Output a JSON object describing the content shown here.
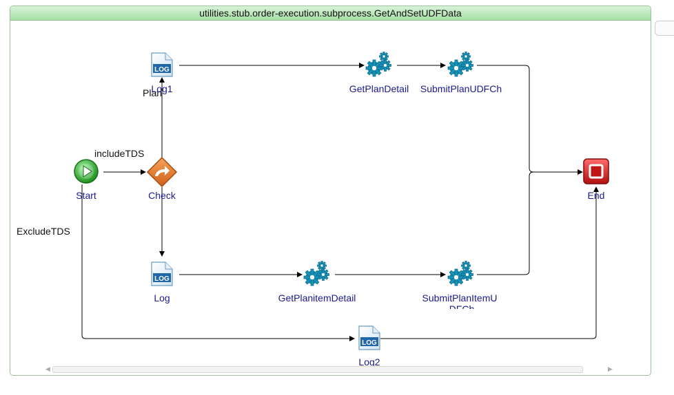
{
  "window": {
    "title": "utilities.stub.order-execution.subprocess.GetAndSetUDFData"
  },
  "nodes": {
    "start": {
      "label": "Start",
      "icon": "start-icon"
    },
    "check": {
      "label": "Check",
      "icon": "decision-icon"
    },
    "log1": {
      "label": "Log1",
      "icon": "log-icon",
      "badge": "LOG"
    },
    "log": {
      "label": "Log",
      "icon": "log-icon",
      "badge": "LOG"
    },
    "log2": {
      "label": "Log2",
      "icon": "log-icon",
      "badge": "LOG"
    },
    "get_plan_detail": {
      "label": "GetPlanDetail",
      "icon": "gears-icon"
    },
    "submit_plan_udf": {
      "label": "SubmitPlanUDFCh",
      "icon": "gears-icon"
    },
    "get_planitem_detail": {
      "label": "GetPlanitemDetail",
      "icon": "gears-icon"
    },
    "submit_planitem_udf": {
      "label": "SubmitPlanItemU",
      "label2": "DFCh",
      "icon": "gears-icon"
    },
    "end": {
      "label": "End",
      "icon": "end-icon"
    }
  },
  "edge_labels": {
    "plan": "Plan",
    "include_tds": "includeTDS",
    "exclude_tds": "ExcludeTDS"
  },
  "colors": {
    "link": "#1a1a8c",
    "gear": "#1793b8",
    "start": "#2aa52a",
    "end": "#c41616",
    "decision": "#e07020"
  },
  "scrollbar": {
    "left_arrow": "◀",
    "right_arrow": "▶"
  }
}
